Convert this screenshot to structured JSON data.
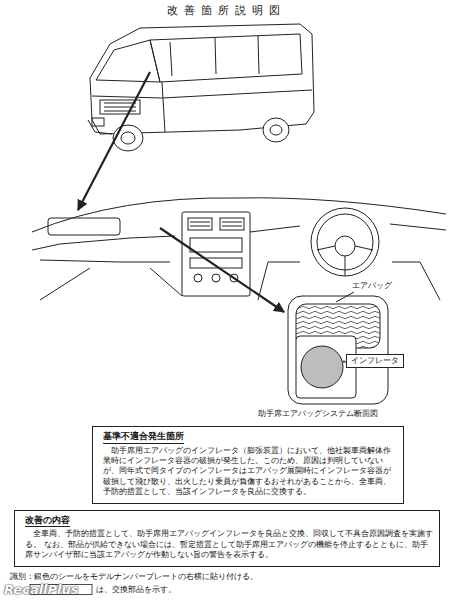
{
  "diagram": {
    "title": "改善箇所説明図",
    "nodes": [
      {
        "text": [
          "基準不適合発生箇所",
          "助手席用エアバッグのインフレータ（膨張装置）において、他社製車両解体作業時にインフレータ容器の破損が発生した。このため、原因は判明していないが、同年式で同タイプのインフレータはエアバッグ展開時にインフレータ容器が破損して飛び散り、出火したり乗員が負傷するおそれがあることから、全車両、予防的措置として、当該インフレータを良品に交換する。"
        ]
      },
      {
        "text": [
          "改善の内容",
          "全車両、予防的措置として、助手席用エアバッグインフレータを良品と交換、回収して不具合原因調査を実施する。 なお、部品が供給できない場合には、暫定措置として助手席用エアバッグの機能を停止するとともに、助手席サンバイザ部に当該エアバッグが作動しない旨の警告を表示する。"
        ]
      },
      {
        "text": [
          "インフレータ"
        ]
      }
    ],
    "labels": [
      "エアバッグ",
      "助手席エアバッグシステム断面図",
      "識別：銀色のシールをモデルナンバープレートの右横に貼り付ける。",
      "は、交換部品を示す。",
      "RecallPlus"
    ]
  }
}
